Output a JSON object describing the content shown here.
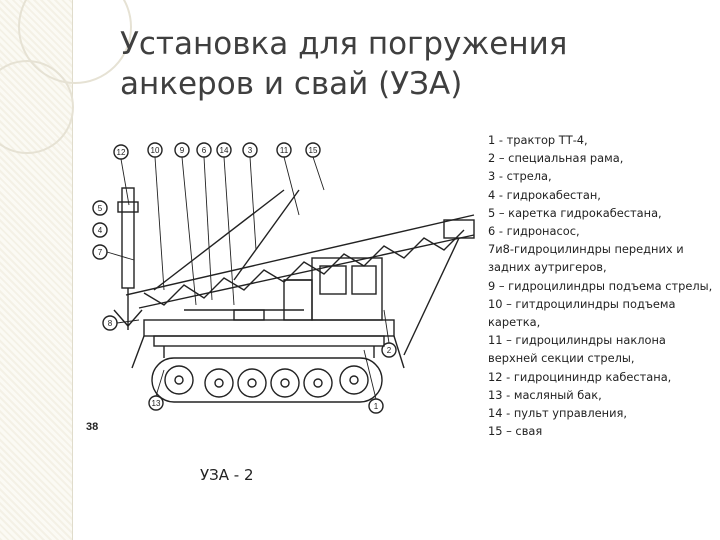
{
  "slide": {
    "title_lines": [
      "Установка для погружения",
      "анкеров и свай (УЗА)"
    ],
    "caption": "УЗА - 2"
  },
  "figure": {
    "page_number": "38",
    "callouts": [
      "12",
      "10",
      "9",
      "6",
      "14",
      "3",
      "11",
      "15",
      "5",
      "4",
      "7",
      "8",
      "13",
      "1",
      "2"
    ]
  },
  "legend": [
    "1 - трактор ТТ-4,",
    "2 – специальная рама,",
    "3 - стрела,",
    "4 - гидрокабестан,",
    "5 – каретка гидрокабестана,",
    "6 - гидронасос,",
    "7и8-гидроцилиндры передних и",
    "задних аутригеров,",
    "9 – гидроцилиндры подъема стрелы,",
    "10 – гитдроцилиндры подъема",
    "каретка,",
    "11 – гидроцилиндры наклона",
    "верхней секции стрелы,",
    "12 - гидроцининдр кабестана,",
    "13 - масляный бак,",
    "14 - пульт управления,",
    "15 – свая"
  ]
}
